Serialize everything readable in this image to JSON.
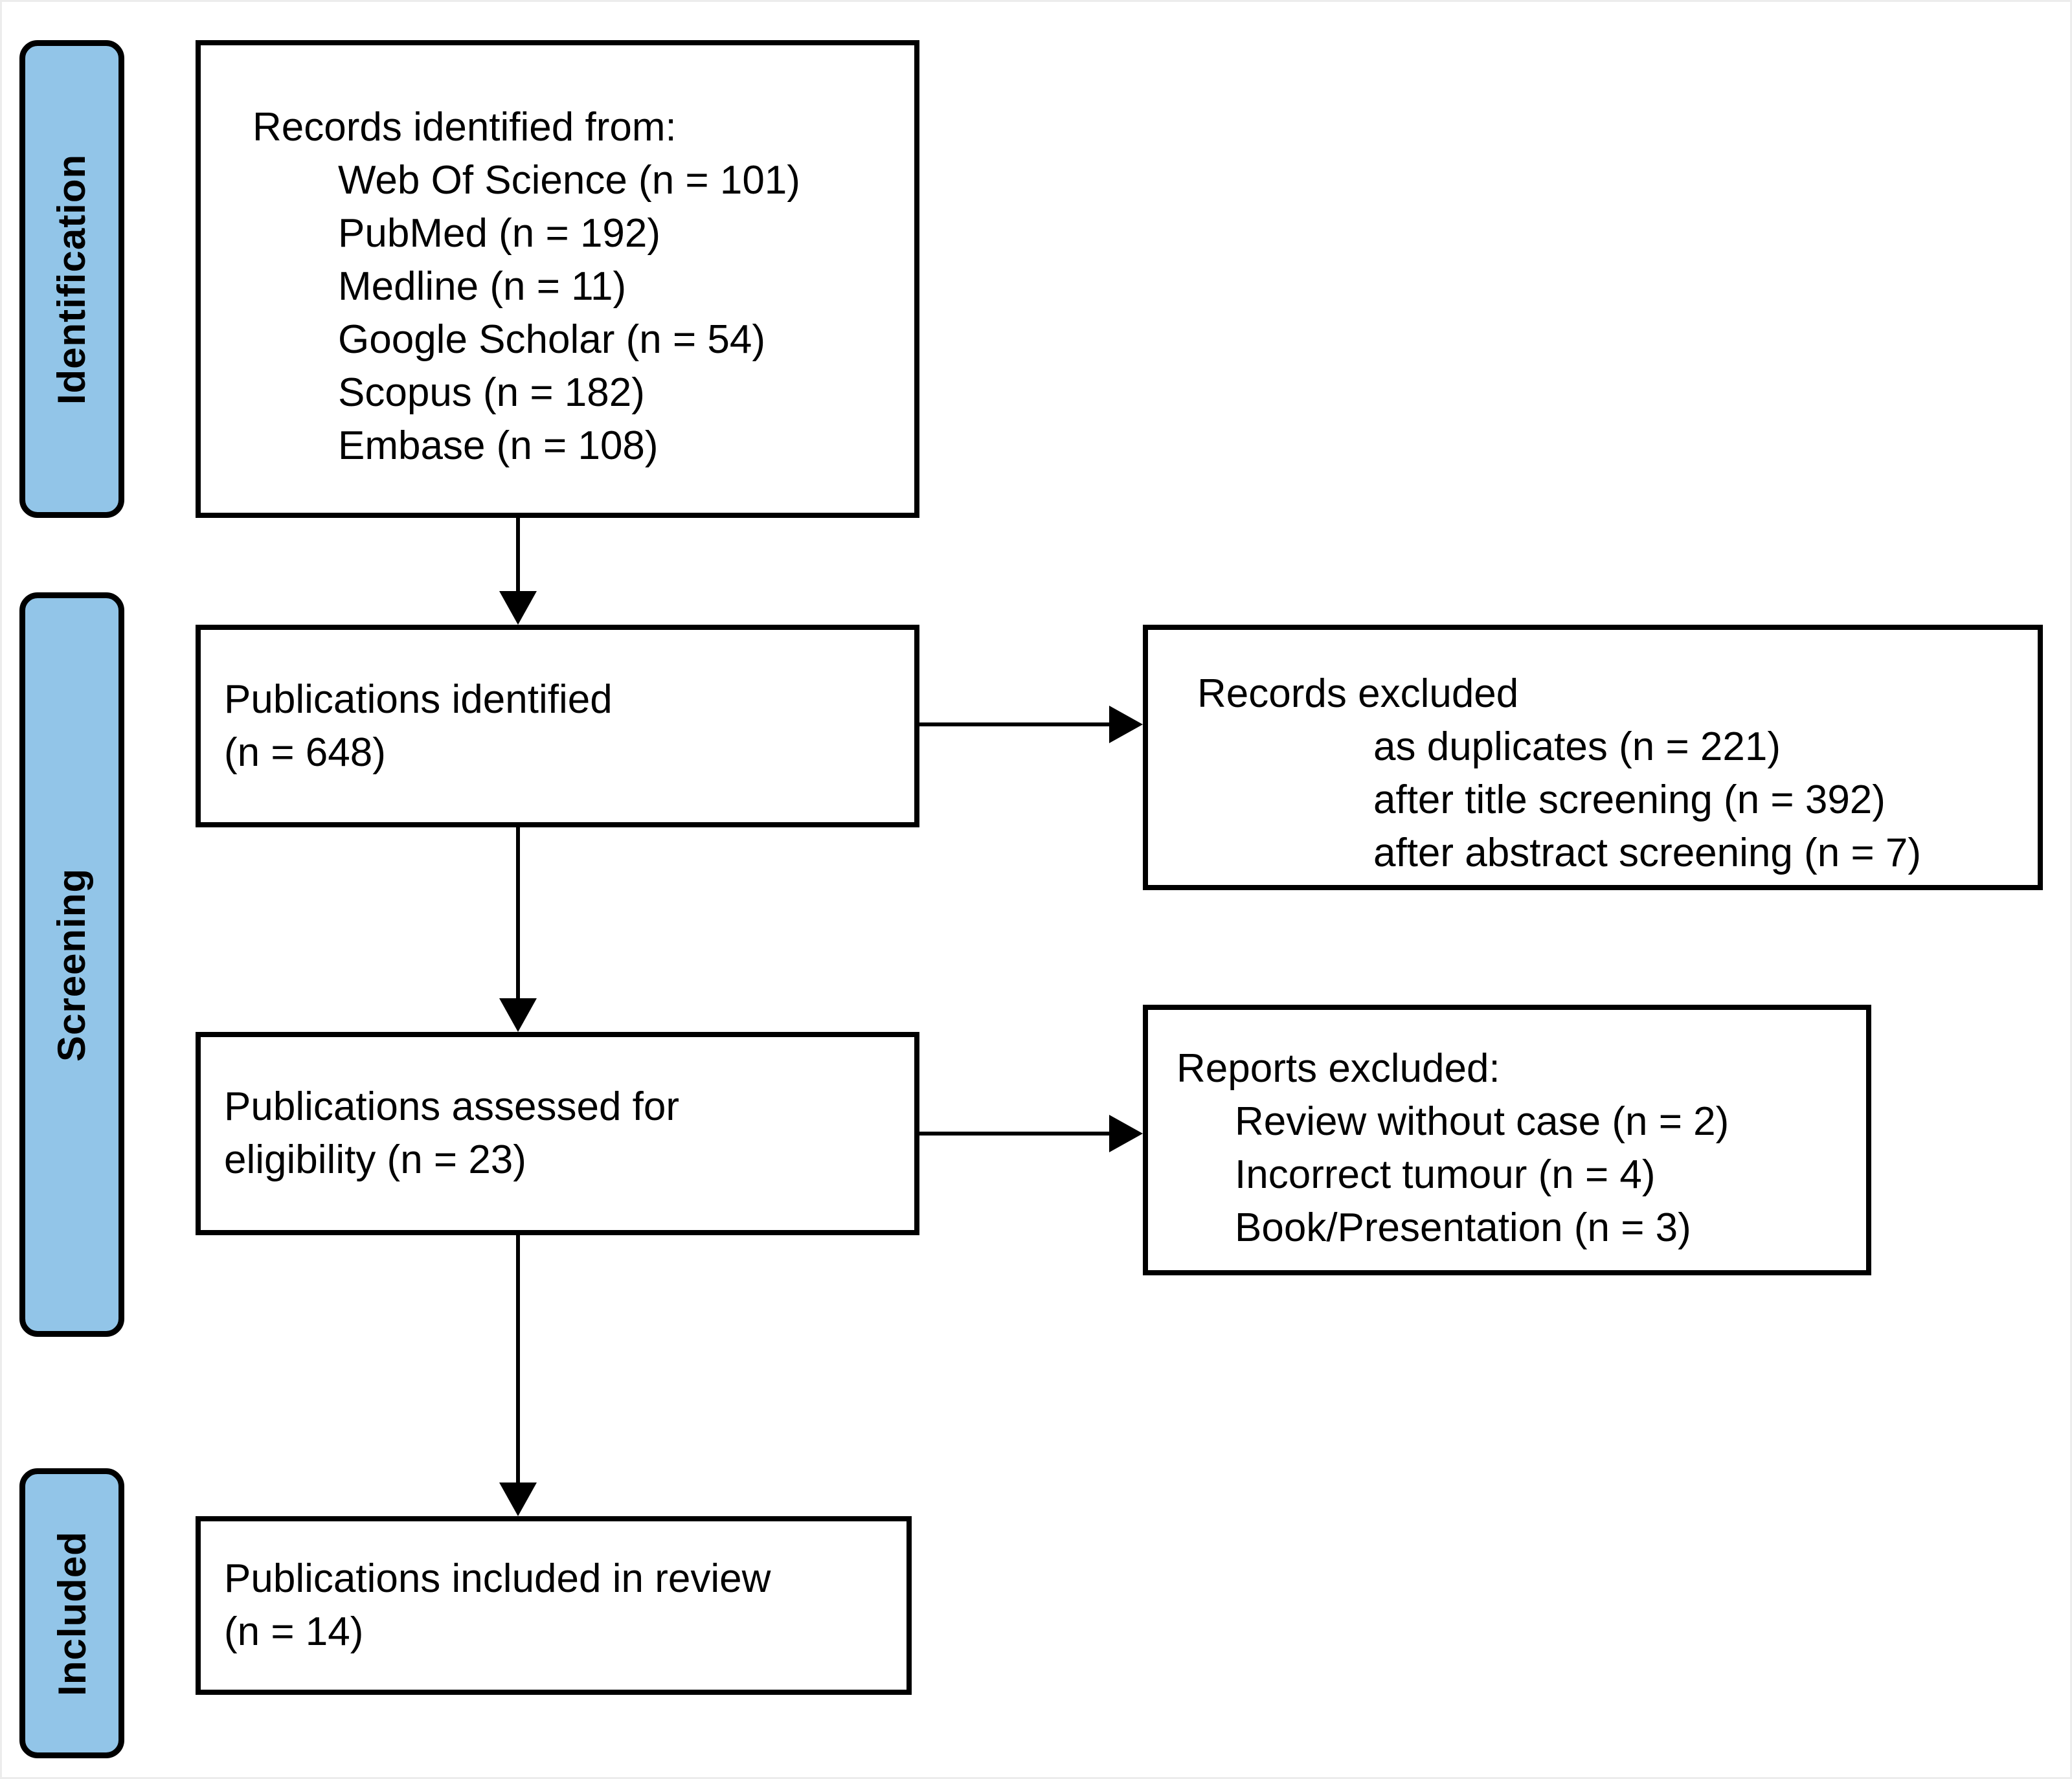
{
  "diagram": {
    "type": "prisma-flow-diagram",
    "stages": [
      {
        "id": "identification",
        "label": "Identification"
      },
      {
        "id": "screening",
        "label": "Screening"
      },
      {
        "id": "included",
        "label": "Included"
      }
    ],
    "boxes": [
      {
        "id": "records-identified",
        "title": "Records identified from:",
        "items": [
          "Web Of Science (n = 101)",
          "PubMed (n = 192)",
          "Medline (n = 11)",
          "Google Scholar (n = 54)",
          "Scopus (n = 182)",
          "Embase (n = 108)"
        ]
      },
      {
        "id": "publications-identified",
        "lines": [
          "Publications identified",
          "(n = 648)"
        ]
      },
      {
        "id": "records-excluded",
        "title": "Records excluded",
        "items": [
          "as duplicates (n = 221)",
          "after title screening (n = 392)",
          "after abstract screening (n = 7)"
        ]
      },
      {
        "id": "publications-assessed",
        "lines": [
          "Publications assessed for",
          "eligibility (n = 23)"
        ]
      },
      {
        "id": "reports-excluded",
        "title": "Reports excluded:",
        "items": [
          "Review without case (n = 2)",
          "Incorrect tumour (n = 4)",
          "Book/Presentation (n = 3)"
        ]
      },
      {
        "id": "publications-included",
        "lines": [
          "Publications included in review",
          "(n = 14)"
        ]
      }
    ],
    "colors": {
      "stage_fill": "#92C5E8",
      "box_border": "#000000",
      "background": "#FFFFFF"
    }
  }
}
